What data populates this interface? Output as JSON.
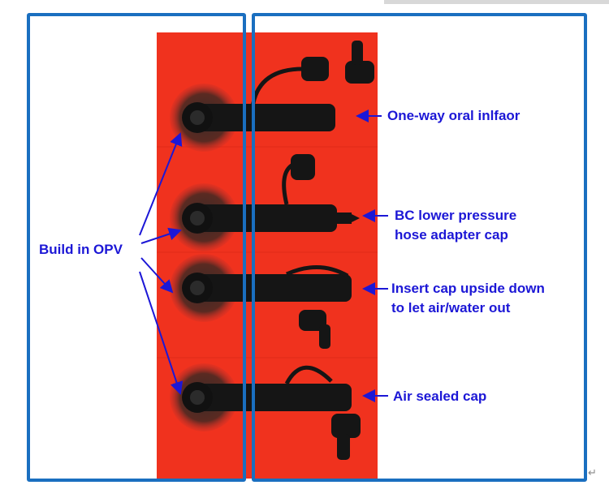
{
  "labels": {
    "build_in_opv": "Build in OPV",
    "one_way": "One-way oral inlfaor",
    "bc_line1": "BC lower pressure",
    "bc_line2": "hose adapter cap",
    "insert_line1": "Insert cap upside down",
    "insert_line2": "to let air/water out",
    "air_sealed": "Air sealed cap"
  },
  "paragraph_mark": "↵",
  "colors": {
    "frame": "#1a6fc0",
    "label": "#1c17d6",
    "photo_bg": "#f0321e"
  }
}
